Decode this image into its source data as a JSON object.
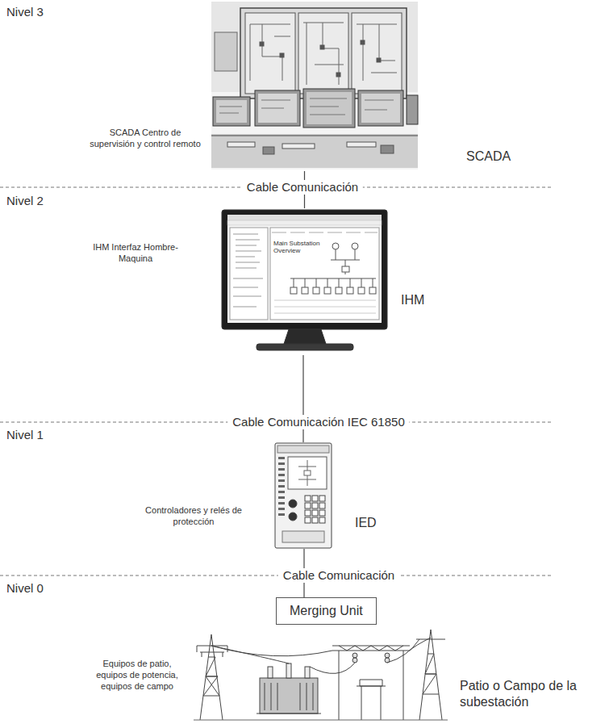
{
  "diagram": {
    "nodes": [
      {
        "text": [
          "SCADA Centro de supervisión y control remoto",
          "SCADA"
        ]
      },
      {
        "text": [
          "IHM Interfaz Hombre-Maquina",
          "IHM"
        ]
      },
      {
        "text": [
          "Controladores y relés de protección",
          "IED"
        ]
      },
      {
        "text": [
          "Merging Unit"
        ]
      },
      {
        "text": [
          "Equipos de patio, equipos de potencia, equipos de campo",
          "Patio o Campo de la subestación"
        ]
      }
    ],
    "edges": [
      {
        "from": 0,
        "to": 1,
        "arrow": "none",
        "label": "Cable Comunicación"
      },
      {
        "from": 1,
        "to": 2,
        "arrow": "none",
        "label": "Cable Comunicación IEC 61850"
      },
      {
        "from": 2,
        "to": 3,
        "arrow": "none",
        "label": "Cable Comunicación"
      }
    ],
    "labels": [
      "Nivel 3",
      "Nivel 2",
      "Nivel 1",
      "Nivel 0",
      "Main Substation Overview"
    ]
  }
}
